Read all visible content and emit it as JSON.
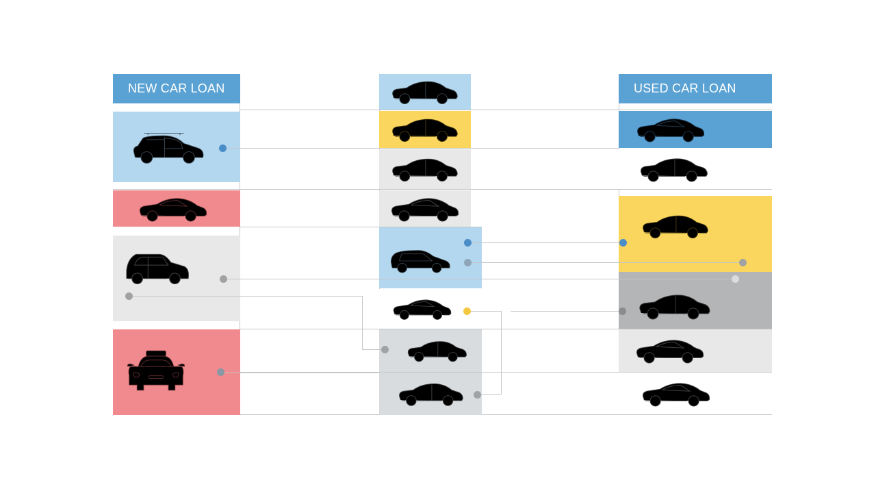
{
  "colors": {
    "header_blue": "#5aa2d4",
    "light_blue": "#b3d7ee",
    "yellow": "#fbd65e",
    "pink": "#f08a8e",
    "light_gray": "#e8e8e8",
    "mid_gray": "#b3b5b7",
    "blue_gray": "#d8dcde",
    "white": "#ffffff",
    "dot_blue": "#4a8dc9",
    "dot_gray": "#a0a2a4",
    "dot_yellow": "#f5c842",
    "line": "#c4c6c8"
  },
  "columns": {
    "left": {
      "header": "NEW CAR LOAN",
      "cells": [
        {
          "icon": "hatchback-roofrack-car-icon",
          "color": "light_blue"
        },
        {
          "icon": "sedan-car-icon",
          "color": "pink"
        },
        {
          "icon": "minivan-car-icon",
          "color": "light_gray"
        },
        {
          "icon": "taxi-front-car-icon",
          "color": "pink"
        }
      ]
    },
    "middle": {
      "header": "",
      "cells": [
        {
          "icon": "sedan-car-icon",
          "color": "light_blue"
        },
        {
          "icon": "sedan-car-icon",
          "color": "yellow"
        },
        {
          "icon": "coupe-car-icon",
          "color": "light_gray"
        },
        {
          "icon": "coupe-car-icon",
          "color": "light_gray"
        },
        {
          "icon": "hatchback-car-icon",
          "color": "light_blue"
        },
        {
          "icon": "compact-car-icon",
          "color": "white"
        },
        {
          "icon": "sedan-car-icon",
          "color": "blue_gray"
        },
        {
          "icon": "sedan-car-icon",
          "color": "blue_gray"
        }
      ]
    },
    "right": {
      "header": "USED CAR LOAN",
      "cells": [
        {
          "icon": "sport-sedan-car-icon",
          "color": "header_blue"
        },
        {
          "icon": "sedan-car-icon",
          "color": "white"
        },
        {
          "icon": "sedan-car-icon",
          "color": "yellow"
        },
        {
          "icon": "sedan-car-icon",
          "color": "mid_gray"
        },
        {
          "icon": "coupe-car-icon",
          "color": "light_gray"
        },
        {
          "icon": "coupe-car-icon",
          "color": "white"
        }
      ]
    }
  },
  "connectors": [
    {
      "from": "left.0",
      "to": "right.0",
      "dot_color": "dot_blue"
    },
    {
      "from": "middle.4",
      "to": "right.2",
      "dot_color": "dot_blue"
    },
    {
      "from": "middle.4",
      "to": "right.2-end",
      "dot_color": "dot_gray"
    },
    {
      "from": "left.2",
      "to": "right.3",
      "dot_color": "dot_gray"
    },
    {
      "from": "left.2",
      "to": "middle.6",
      "dot_color": "dot_gray"
    },
    {
      "from": "middle.5",
      "to": "middle.7",
      "dot_color": "dot_yellow"
    },
    {
      "from": "middle.5-gap",
      "to": "right.3",
      "dot_color": "dot_gray"
    },
    {
      "from": "left.3",
      "to": "middle.7",
      "dot_color": "dot_gray"
    }
  ]
}
